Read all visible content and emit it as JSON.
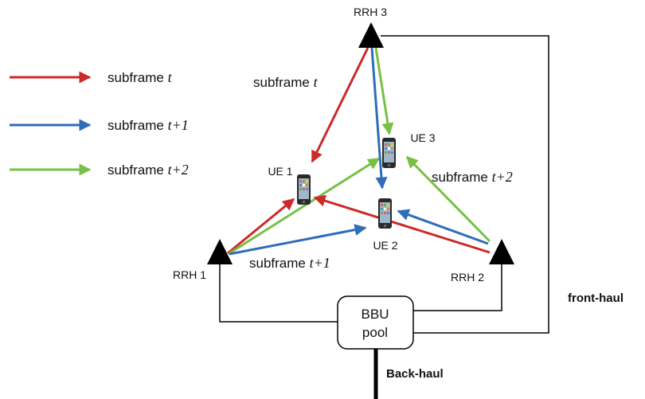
{
  "legend": {
    "items": [
      {
        "word": "subframe",
        "var": "t",
        "color": "#cc2a2a"
      },
      {
        "word": "subframe",
        "var": "t+1",
        "color": "#2e6db8"
      },
      {
        "word": "subframe",
        "var": "t+2",
        "color": "#77c043"
      }
    ]
  },
  "nodes": {
    "rrh1": "RRH 1",
    "rrh2": "RRH 2",
    "rrh3": "RRH 3",
    "ue1": "UE 1",
    "ue2": "UE 2",
    "ue3": "UE 3",
    "bbu_line1": "BBU",
    "bbu_line2": "pool"
  },
  "link_labels": {
    "word": "subframe",
    "rrh3_ue1": "t",
    "rrh1_ue2": "t+1",
    "rrh2_ue3": "t+2"
  },
  "labels": {
    "fronthaul": "front-haul",
    "backhaul": "Back-haul"
  },
  "colors": {
    "red": "#cc2a2a",
    "blue": "#2e6db8",
    "green": "#77c043",
    "black": "#000000"
  },
  "icons": {
    "rrh": "antenna-triangle-icon",
    "ue": "smartphone-icon"
  }
}
